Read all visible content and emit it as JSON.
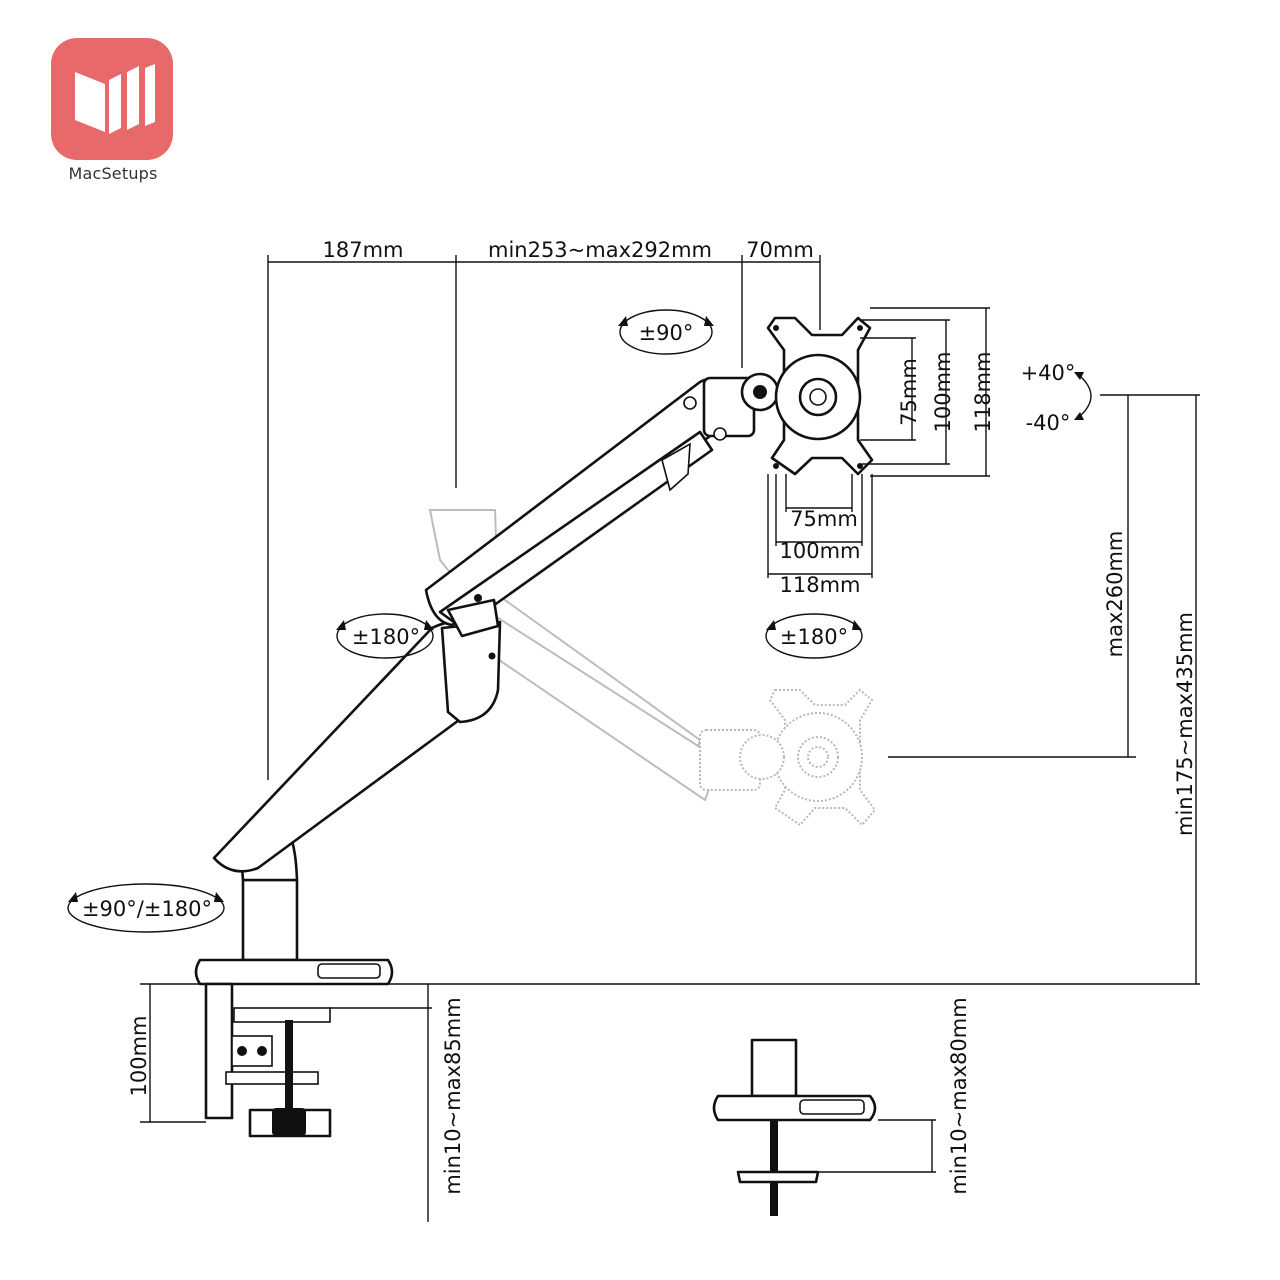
{
  "brand": {
    "name": "MacSetups",
    "tile_color": "#e8696a"
  },
  "dimensions": {
    "arm_depth": "187mm",
    "arm_reach": "min253~max292mm",
    "head_offset": "70mm",
    "vesa_v_75": "75mm",
    "vesa_v_100": "100mm",
    "plate_v_118": "118mm",
    "vesa_h_75": "75mm",
    "vesa_h_100": "100mm",
    "plate_h_118": "118mm",
    "drop": "max260mm",
    "height_range": "min175~max435mm",
    "clamp_height": "100mm",
    "clamp_desk_range": "min10~max85mm",
    "grommet_desk_range": "min10~max80mm"
  },
  "rotations": {
    "upper_arm_swivel": "±90°",
    "elbow_swivel": "±180°",
    "head_rotation": "±180°",
    "tilt_up": "+40°",
    "tilt_down": "-40°",
    "base_swivel": "±90°/±180°"
  }
}
